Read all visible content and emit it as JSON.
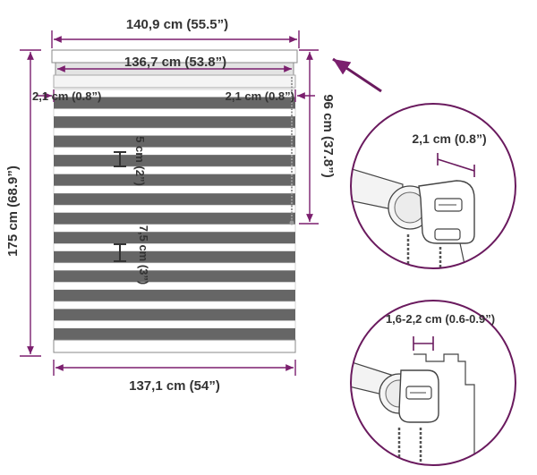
{
  "dimensions": {
    "overall_width": "140,9 cm (55.5”)",
    "tube_width": "136,7 cm (53.8”)",
    "left_margin": "2,1 cm (0.8”)",
    "right_margin": "2,1 cm (0.8”)",
    "overall_height": "175 cm (68.9”)",
    "chain_length": "96 cm (37.8”)",
    "fabric_width": "137,1 cm (54”)",
    "stripe_sheer": "5 cm (2”)",
    "stripe_opaque": "7,5 cm (3”)"
  },
  "details": {
    "top_bracket_depth": "2,1 cm (0.8”)",
    "bottom_bracket_range": "1,6-2,2 cm (0.6-0.9”)"
  },
  "colors": {
    "dimension": "#7b1f6e",
    "stripe_dark": "#666666",
    "stripe_light": "#ffffff",
    "callout_ring": "#6a1a5e"
  },
  "shade": {
    "stripe_count": 13
  }
}
